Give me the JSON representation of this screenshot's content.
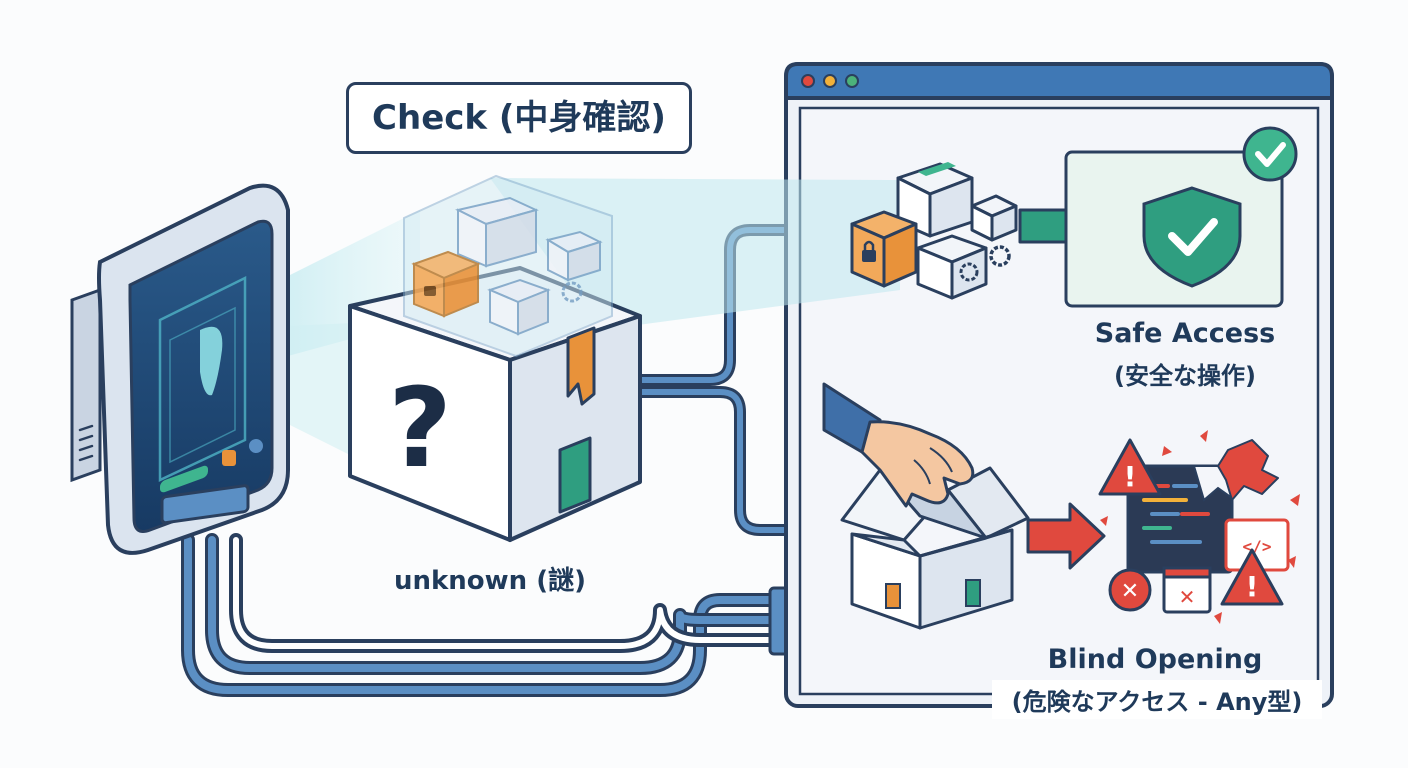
{
  "check": {
    "label": "Check (中身確認)"
  },
  "unknown": {
    "label": "unknown (謎)"
  },
  "safe": {
    "title": "Safe Access",
    "subtitle": "(安全な操作)"
  },
  "blind": {
    "title": "Blind Opening",
    "subtitle": "(危険なアクセス - Any型)"
  },
  "icons": {
    "question": "?",
    "code": "</>",
    "warning": "!",
    "error": "✕"
  },
  "colors": {
    "outline": "#2a3f5e",
    "blue": "#3f78b5",
    "safe_green": "#2f9e80",
    "danger_red": "#e0493e",
    "box_orange": "#e8923a",
    "scan_cyan": "#bfe8ee"
  }
}
